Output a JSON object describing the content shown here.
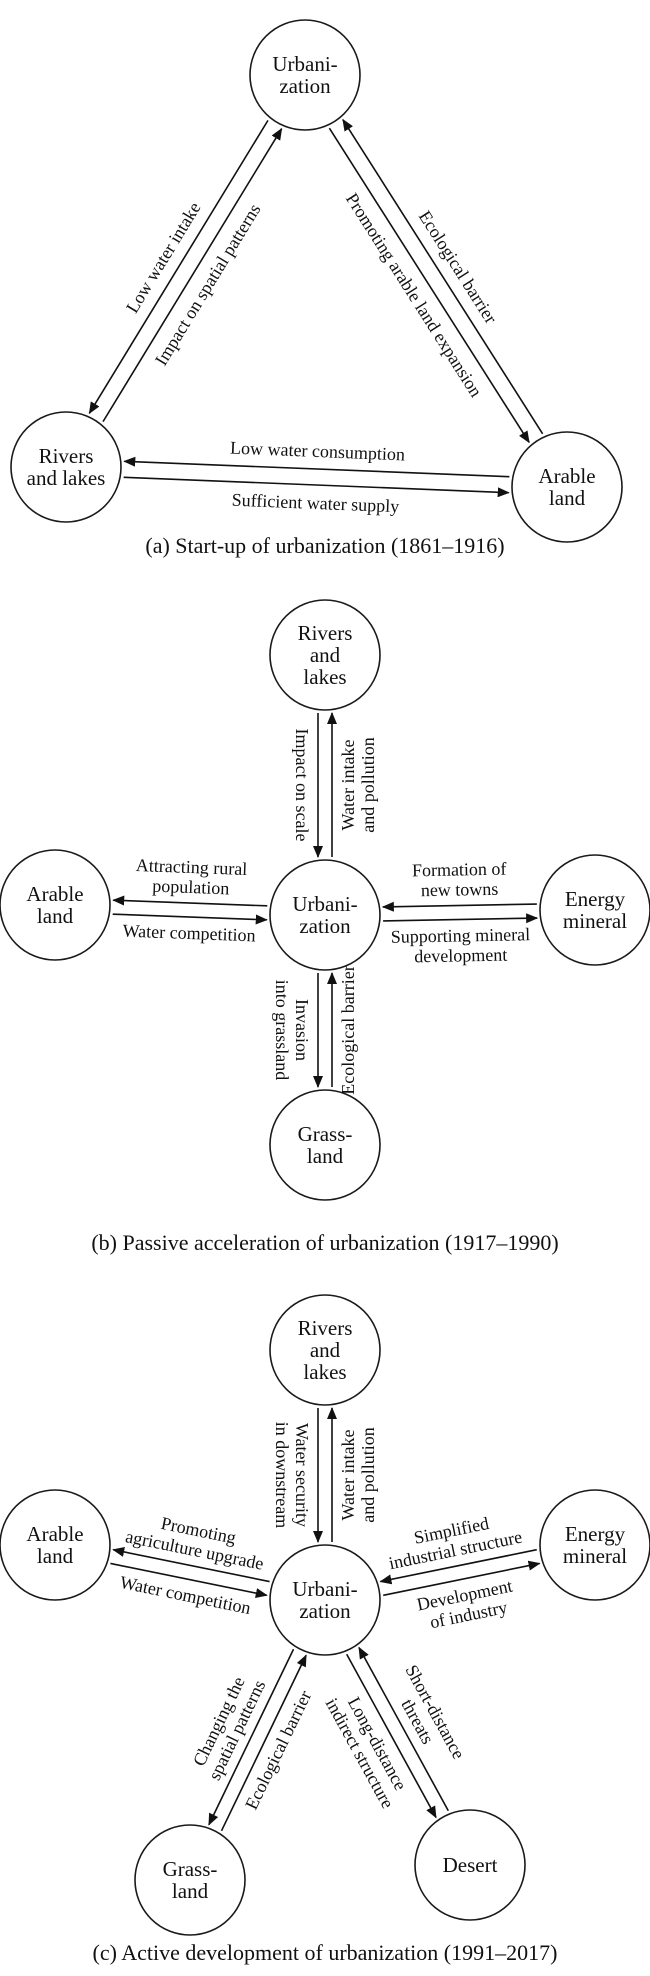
{
  "colors": {
    "ink": "#111111",
    "background": "#ffffff"
  },
  "panels": [
    {
      "caption": "(a) Start-up of urbanization (1861–1916)",
      "nodes": {
        "urbanization": [
          "Urbani-",
          "zation"
        ],
        "rivers": [
          "Rivers",
          "and lakes"
        ],
        "arable": [
          "Arable",
          "land"
        ]
      },
      "edges": [
        {
          "from": "rivers",
          "to": "urbanization",
          "label": [
            "Impact on spatial patterns"
          ]
        },
        {
          "from": "urbanization",
          "to": "rivers",
          "label": [
            "Low water intake"
          ]
        },
        {
          "from": "urbanization",
          "to": "arable",
          "label": [
            "Promoting arable land expansion"
          ]
        },
        {
          "from": "arable",
          "to": "urbanization",
          "label": [
            "Ecological barrier"
          ]
        },
        {
          "from": "arable",
          "to": "rivers",
          "label": [
            "Low water consumption"
          ]
        },
        {
          "from": "rivers",
          "to": "arable",
          "label": [
            "Sufficient water supply"
          ]
        }
      ]
    },
    {
      "caption": "(b) Passive acceleration of urbanization (1917–1990)",
      "nodes": {
        "urbanization": [
          "Urbani-",
          "zation"
        ],
        "rivers": [
          "Rivers",
          "and",
          "lakes"
        ],
        "arable": [
          "Arable",
          "land"
        ],
        "energy": [
          "Energy",
          "mineral"
        ],
        "grass": [
          "Grass-",
          "land"
        ]
      },
      "edges": [
        {
          "from": "urbanization",
          "to": "rivers",
          "label": [
            "Water intake",
            "and pollution"
          ]
        },
        {
          "from": "rivers",
          "to": "urbanization",
          "label": [
            "Impact on scale"
          ]
        },
        {
          "from": "arable",
          "to": "urbanization",
          "label": [
            "Water competition"
          ]
        },
        {
          "from": "urbanization",
          "to": "arable",
          "label": [
            "Attracting rural",
            "population"
          ]
        },
        {
          "from": "urbanization",
          "to": "energy",
          "label": [
            "Supporting mineral",
            "development"
          ]
        },
        {
          "from": "energy",
          "to": "urbanization",
          "label": [
            "Formation of",
            "new towns"
          ]
        },
        {
          "from": "grass",
          "to": "urbanization",
          "label": [
            "Ecological barrier"
          ]
        },
        {
          "from": "urbanization",
          "to": "grass",
          "label": [
            "Invasion",
            "into grassland"
          ]
        }
      ]
    },
    {
      "caption": "(c) Active development of urbanization (1991–2017)",
      "nodes": {
        "urbanization": [
          "Urbani-",
          "zation"
        ],
        "rivers": [
          "Rivers",
          "and",
          "lakes"
        ],
        "arable": [
          "Arable",
          "land"
        ],
        "energy": [
          "Energy",
          "mineral"
        ],
        "grass": [
          "Grass-",
          "land"
        ],
        "desert": [
          "Desert"
        ]
      },
      "edges": [
        {
          "from": "urbanization",
          "to": "rivers",
          "label": [
            "Water intake",
            "and pollution"
          ]
        },
        {
          "from": "rivers",
          "to": "urbanization",
          "label": [
            "Water security",
            "in downstream"
          ]
        },
        {
          "from": "arable",
          "to": "urbanization",
          "label": [
            "Water competition"
          ]
        },
        {
          "from": "urbanization",
          "to": "arable",
          "label": [
            "Promoting",
            "agriculture upgrade"
          ]
        },
        {
          "from": "urbanization",
          "to": "energy",
          "label": [
            "Development",
            "of industry"
          ]
        },
        {
          "from": "energy",
          "to": "urbanization",
          "label": [
            "Simplified",
            "industrial structure"
          ]
        },
        {
          "from": "urbanization",
          "to": "grass",
          "label": [
            "Changing the",
            "spatial patterns"
          ]
        },
        {
          "from": "grass",
          "to": "urbanization",
          "label": [
            "Ecological barrier"
          ]
        },
        {
          "from": "urbanization",
          "to": "desert",
          "label": [
            "Long-distance",
            "indirect structure"
          ]
        },
        {
          "from": "desert",
          "to": "urbanization",
          "label": [
            "Short-distance",
            "threats"
          ]
        }
      ]
    }
  ]
}
